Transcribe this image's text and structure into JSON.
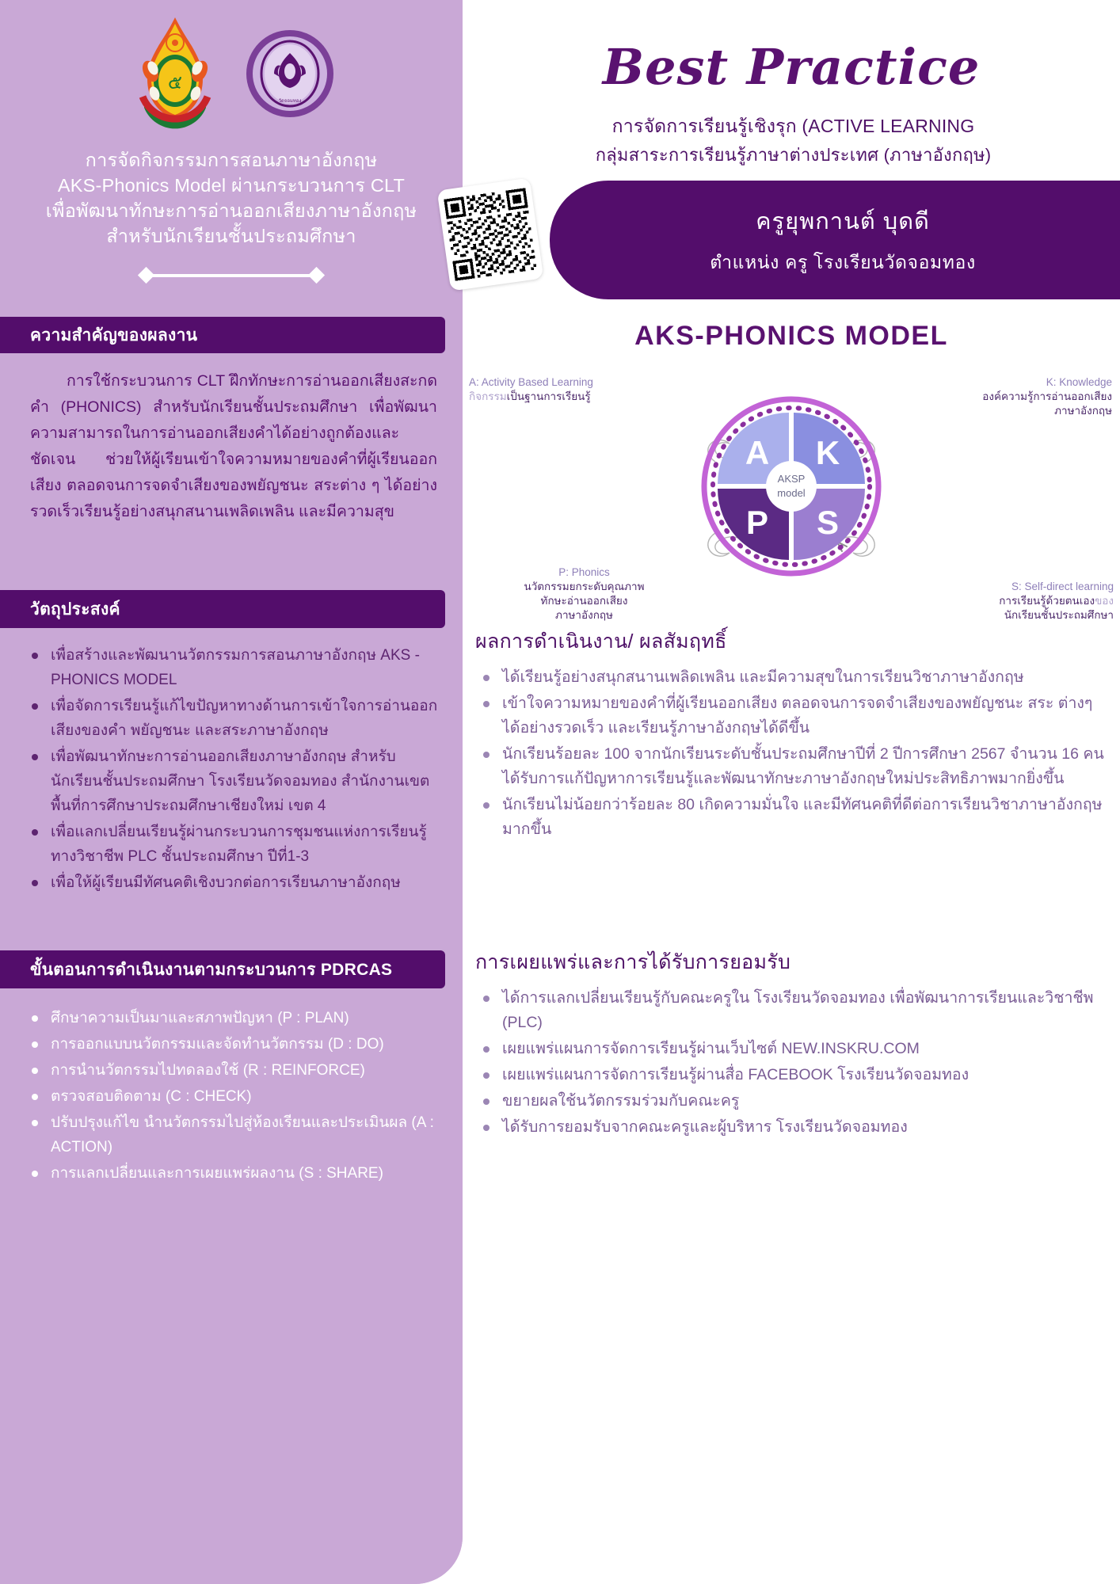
{
  "colors": {
    "sidebar_bg": "#c9a8d6",
    "band_bg": "#530d6b",
    "deep_purple": "#4e1167",
    "body_purple": "#5a1270",
    "muted_purple": "#7a5c95",
    "white": "#ffffff",
    "wheel_ring": "#c263d6"
  },
  "left": {
    "title_lines": [
      "การจัดกิจกรรมการสอนภาษาอังกฤษ",
      "AKS-Phonics Model ผ่านกระบวนการ CLT",
      "เพื่อพัฒนาทักษะการอ่านออกเสียงภาษาอังกฤษ",
      "สำหรับนักเรียนชั้นประถมศึกษา"
    ],
    "section1": {
      "heading": "ความสำคัญของผลงาน",
      "body": "การใช้กระบวนการ CLT ฝึกทักษะการอ่านออกเสียงสะกดคำ (PHONICS) สำหรับนักเรียนชั้นประถมศึกษา เพื่อพัฒนาความสามารถในการอ่านออกเสียงคำได้อย่างถูกต้องและชัดเจน ช่วยให้ผู้เรียนเข้าใจความหมายของคำที่ผู้เรียนออกเสียง ตลอดจนการจดจำเสียงของพยัญชนะ สระต่าง ๆ ได้อย่างรวดเร็วเรียนรู้อย่างสนุกสนานเพลิดเพลิน และมีความสุข"
    },
    "section2": {
      "heading": "วัตถุประสงค์",
      "items": [
        "เพื่อสร้างและพัฒนานวัตกรรมการสอนภาษาอังกฤษ AKS - PHONICS MODEL",
        "เพื่อจัดการเรียนรู้แก้ไขปัญหาทางด้านการเข้าใจการอ่านออกเสียงของคำ พยัญชนะ และสระภาษาอังกฤษ",
        "เพื่อพัฒนาทักษะการอ่านออกเสียงภาษาอังกฤษ สำหรับนักเรียนชั้นประถมศึกษา โรงเรียนวัดจอมทอง สำนักงานเขตพื้นที่การศึกษาประถมศึกษาเชียงใหม่ เขต 4",
        "เพื่อแลกเปลี่ยนเรียนรู้ผ่านกระบวนการชุมชนแห่งการเรียนรู้ทางวิชาชีพ PLC ชั้นประถมศึกษา ปีที่1-3",
        "เพื่อให้ผู้เรียนมีทัศนคติเชิงบวกต่อการเรียนภาษาอังกฤษ"
      ]
    },
    "section3": {
      "heading": "ขั้นตอนการดำเนินงานตามกระบวนการ PDRCAS",
      "items": [
        "ศึกษาความเป็นมาและสภาพปัญหา (P : PLAN)",
        "การออกแบบนวัตกรรมและจัดทำนวัตกรรม (D : DO)",
        "การนำนวัตกรรมไปทดลองใช้ (R : REINFORCE)",
        "ตรวจสอบติดตาม (C : CHECK)",
        "ปรับปรุงแก้ไข นำนวัตกรรมไปสู่ห้องเรียนและประเมินผล (A : ACTION)",
        "การแลกเปลี่ยนและการเผยแพร่ผลงาน (S : SHARE)"
      ]
    }
  },
  "right": {
    "title": "Best Practice",
    "subtitle_1": "การจัดการเรียนรู้เชิงรุก (ACTIVE LEARNING",
    "subtitle_2": "กลุ่มสาระการเรียนรู้ภาษาต่างประเทศ (ภาษาอังกฤษ)",
    "teacher_name": "ครูยุพกานต์  บุดดี",
    "teacher_position": "ตำแหน่ง ครู โรงเรียนวัดจอมทอง",
    "model_title": "AKS-PHONICS MODEL",
    "diagram": {
      "center_line1": "AKSP",
      "center_line2": "model",
      "quadrants": [
        {
          "letter": "A",
          "color": "#aab0ec"
        },
        {
          "letter": "K",
          "color": "#8a8fe0"
        },
        {
          "letter": "P",
          "color": "#5b2a84"
        },
        {
          "letter": "S",
          "color": "#9b7ed0"
        }
      ],
      "labels": {
        "a": {
          "en": "A: Activity Based Learning",
          "th_light": "กิจกรรม",
          "th": "เป็นฐานการเรียนรู้"
        },
        "k": {
          "en": "K: Knowledge",
          "th": "องค์ความรู้การอ่านออกเสียง",
          "th2": "ภาษาอังกฤษ"
        },
        "p": {
          "en": "P: Phonics",
          "th": "นวัตกรรมยกระดับคุณภาพ",
          "th2": "ทักษะอ่านออกเสียง",
          "th3": "ภาษาอังกฤษ"
        },
        "s": {
          "en": "S: Self-direct learning",
          "th": "การเรียนรู้ด้วยตนเอง",
          "th_light": "ของ",
          "th2": "นักเรียนชั้นประถมศึกษา"
        }
      }
    },
    "results": {
      "heading": "ผลการดำเนินงาน/ ผลสัมฤทธิ์",
      "items": [
        "ได้เรียนรู้อย่างสนุกสนานเพลิดเพลิน และมีความสุขในการเรียนวิชาภาษาอังกฤษ",
        "เข้าใจความหมายของคำที่ผู้เรียนออกเสียง ตลอดจนการจดจำเสียงของพยัญชนะ สระ ต่างๆ ได้อย่างรวดเร็ว และเรียนรู้ภาษาอังกฤษได้ดีขึ้น",
        "นักเรียนร้อยละ 100 จากนักเรียนระดับชั้นประถมศึกษาปีที่ 2 ปีการศึกษา 2567 จำนวน 16 คน ได้รับการแก้ปัญหาการเรียนรู้และพัฒนาทักษะภาษาอังกฤษใหม่ประสิทธิภาพมากยิ่งขึ้น",
        "นักเรียนไม่น้อยกว่าร้อยละ 80 เกิดความมั่นใจ และมีทัศนคติที่ดีต่อการเรียนวิชาภาษาอังกฤษมากขึ้น"
      ]
    },
    "publication": {
      "heading": "การเผยแพร่และการได้รับการยอมรับ",
      "items": [
        "ได้การแลกเปลี่ยนเรียนรู้กับคณะครูใน โรงเรียนวัดจอมทอง เพื่อพัฒนาการเรียนและวิชาชีพ (PLC)",
        "เผยแพร่แผนการจัดการเรียนรู้ผ่านเว็บไซต์ NEW.INSKRU.COM",
        "เผยแพร่แผนการจัดการเรียนรู้ผ่านสื่อ FACEBOOK โรงเรียนวัดจอมทอง",
        "ขยายผลใช้นวัตกรรมร่วมกับคณะครู",
        "ได้รับการยอมรับจากคณะครูและผู้บริหาร โรงเรียนวัดจอมทอง"
      ]
    }
  }
}
